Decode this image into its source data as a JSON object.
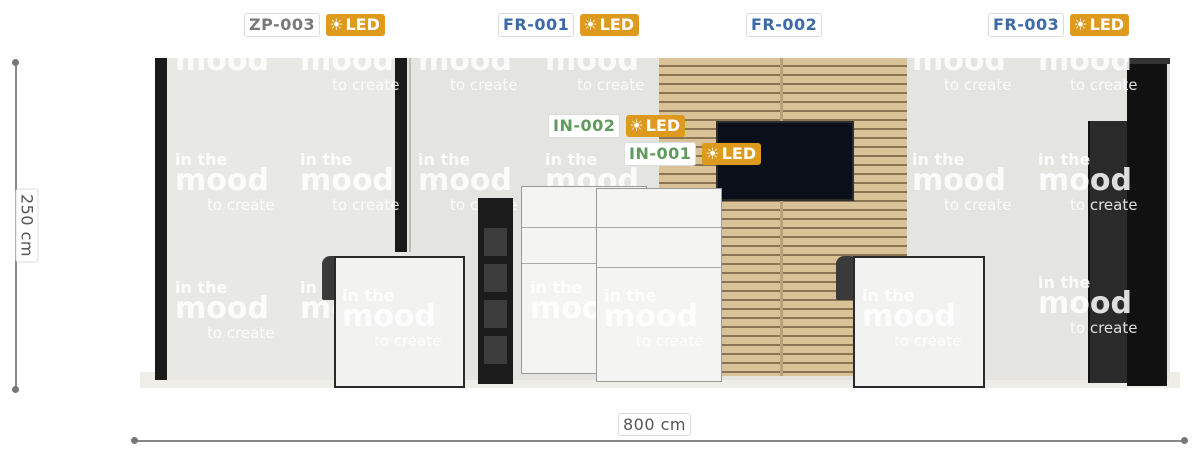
{
  "dimensions": {
    "height_label": "250 cm",
    "width_label": "800 cm"
  },
  "watermark": {
    "line1": "in the",
    "line2": "mood",
    "line3": "to create"
  },
  "components": [
    {
      "code": "ZP-003",
      "led": "LED",
      "code_color": "#7a7a7a"
    },
    {
      "code": "FR-001",
      "led": "LED",
      "code_color": "#3d6aa8"
    },
    {
      "code": "FR-002",
      "led": "",
      "code_color": "#3d6aa8"
    },
    {
      "code": "FR-003",
      "led": "LED",
      "code_color": "#3d6aa8"
    },
    {
      "code": "IN-002",
      "led": "LED",
      "code_color": "#5f9a5f"
    },
    {
      "code": "IN-001",
      "led": "LED",
      "code_color": "#5f9a5f"
    }
  ],
  "colors": {
    "led_badge": "#dd9a1c",
    "wall": "#e4e4e0",
    "slat_wood": "#d6bf94",
    "dimension_line": "#888888"
  },
  "icons": {
    "led": "sun-icon"
  }
}
